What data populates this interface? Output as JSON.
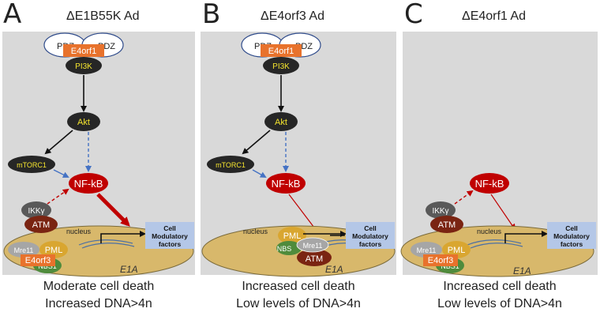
{
  "panels": [
    {
      "letter": "A",
      "title": "ΔE1B55K Ad",
      "caption1": "Moderate cell death",
      "caption2": "Increased DNA>4n",
      "labels": {
        "pdz1": "PDZ",
        "pdz2": "PDZ",
        "e4orf1": "E4orf1",
        "pi3k": "PI3K",
        "akt": "Akt",
        "mtorc1": "mTORC1",
        "nfkb": "NF-kB",
        "ikk": "IKKγ",
        "atm": "ATM",
        "nucleus": "nucleus",
        "mre11": "Mre11",
        "pml": "PML",
        "e4orf3": "E4orf3",
        "nbs1": "NBS1",
        "e1a": "E1A",
        "factors": [
          "Cell",
          "Modulatory",
          "factors"
        ]
      }
    },
    {
      "letter": "B",
      "title": "ΔE4orf3 Ad",
      "caption1": "Increased cell death",
      "caption2": "Low levels of DNA>4n",
      "labels": {
        "pdz1": "PDZ",
        "pdz2": "PDZ",
        "e4orf1": "E4orf1",
        "pi3k": "PI3K",
        "akt": "Akt",
        "mtorc1": "mTORC1",
        "nfkb": "NF-kB",
        "nucleus": "nucleus",
        "pml": "PML",
        "nbs": "NBS",
        "mre11": "Mre11",
        "atm": "ATM",
        "e1a": "E1A",
        "factors": [
          "Cell",
          "Modulatory",
          "factors"
        ]
      }
    },
    {
      "letter": "C",
      "title": "ΔE4orf1 Ad",
      "caption1": "Increased cell death",
      "caption2": "Low levels of DNA>4n",
      "labels": {
        "nfkb": "NF-kB",
        "ikk": "IKKγ",
        "atm": "ATM",
        "nucleus": "nucleus",
        "mre11": "Mre11",
        "pml": "PML",
        "e4orf3": "E4orf3",
        "nbs1": "NBS1",
        "e1a": "E1A",
        "factors": [
          "Cell",
          "Modulatory",
          "factors"
        ]
      }
    }
  ],
  "colors": {
    "panel_bg": "#d9d9d9",
    "nucleus": "#d8b86b",
    "dark_node": "#262626",
    "node_text": "#f5e52e",
    "nfkb": "#c00000",
    "e4orf_box": "#e8722c",
    "pml": "#d9a630",
    "nbs": "#4f8b3c",
    "atm": "#7a2412",
    "ikk": "#595959",
    "mre11": "#a6a6a6",
    "factor_box": "#b4c7e7",
    "blue_arrow": "#4472c4",
    "red_arrow": "#c00000"
  }
}
